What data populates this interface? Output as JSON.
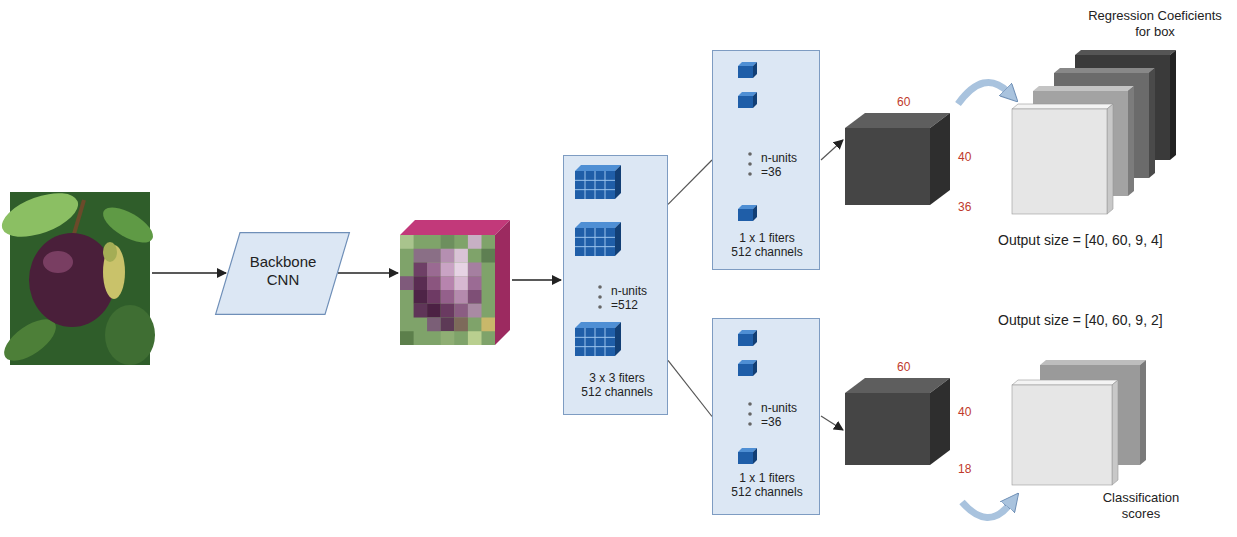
{
  "diagram": {
    "nodes": [
      {
        "text": [
          "Backbone CNN"
        ]
      },
      {
        "text": [
          "n-units =512",
          "3 x 3 fiters 512 channels"
        ]
      },
      {
        "text": [
          "n-units =36",
          "1 x 1 fiters 512 channels"
        ]
      },
      {
        "text": [
          "n-units =36",
          "1 x 1 fiters 512 channels"
        ]
      }
    ],
    "edges": [
      {
        "from": 1,
        "to": 2,
        "arrow": "none"
      },
      {
        "from": 1,
        "to": 3,
        "arrow": "none"
      }
    ],
    "labels": [
      "Regression Coeficients for box",
      "60",
      "40",
      "36",
      "Output size = [40, 60, 9, 4]",
      "Output size = [40, 60, 9, 2]",
      "60",
      "40",
      "18",
      "Classification scores"
    ]
  }
}
